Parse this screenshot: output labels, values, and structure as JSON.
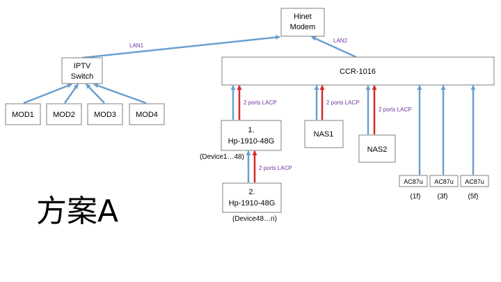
{
  "nodes": {
    "modem": [
      "Hinet",
      "Modem"
    ],
    "iptv": [
      "IPTV",
      "Switch"
    ],
    "ccr": [
      "CCR-1016"
    ],
    "mod1": [
      "MOD1"
    ],
    "mod2": [
      "MOD2"
    ],
    "mod3": [
      "MOD3"
    ],
    "mod4": [
      "MOD4"
    ],
    "hp1": [
      "1.",
      "Hp-1910-48G"
    ],
    "hp2": [
      "2.",
      "Hp-1910-48G"
    ],
    "nas1": [
      "NAS1"
    ],
    "nas2": [
      "NAS2"
    ],
    "ac1": [
      "AC87u"
    ],
    "ac2": [
      "AC87u"
    ],
    "ac3": [
      "AC87u"
    ]
  },
  "labels": {
    "lan1": "LAN1",
    "lan2": "LAN2",
    "lacp_hp1": "2 ports LACP",
    "lacp_nas1": "2 ports LACP",
    "lacp_nas2": "2 ports LACP",
    "lacp_hp2": "2 ports LACP"
  },
  "captions": {
    "hp1": "(Device1…48)",
    "hp2": "(Device48…n)",
    "ac1": "(1f)",
    "ac2": "(3f)",
    "ac3": "(5f)"
  },
  "title": "方案A",
  "colors": {
    "blue_link": "#6a9fd0",
    "red_link": "#d62828",
    "label": "#7030a0",
    "box_border": "#7f7f7f"
  }
}
